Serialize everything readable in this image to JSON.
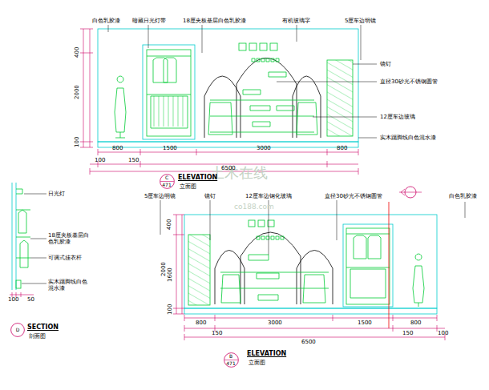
{
  "diagram": {
    "nodes": [
      {
        "text": [
          "C",
          "471"
        ]
      },
      {
        "text": [
          "D"
        ]
      },
      {
        "text": [
          "B",
          "471"
        ]
      }
    ],
    "labels": [
      "白色乳胶漆",
      "暗藏日光灯带",
      "18厘夹板基层白色乳胶漆",
      "有机玻璃字",
      "5厘车边明镜",
      "镜钉",
      "直径30砂光不锈钢圆管",
      "12厘车边玻璃",
      "实木踢脚线白色混水漆",
      "400",
      "2000",
      "100",
      "800",
      "1500",
      "3000",
      "800",
      "100",
      "150",
      "6500",
      "ELEVATION",
      "立面图",
      "日光灯",
      "18厘夹板基层白色乳胶漆",
      "可调式挂衣杆",
      "实木踢脚线白色混水漆",
      "100",
      "50",
      "SECTION",
      "剖面图",
      "5厘车边明镜",
      "镜钉",
      "12厘车边钢化玻璃",
      "直径30砂光不锈钢圆管",
      "白色乳胶漆",
      "400",
      "2000",
      "1600",
      "100",
      "800",
      "3000",
      "1500",
      "800",
      "150",
      "150",
      "100",
      "6500",
      "ELEVATION",
      "立面图",
      "土木在线",
      "co188.com"
    ]
  }
}
